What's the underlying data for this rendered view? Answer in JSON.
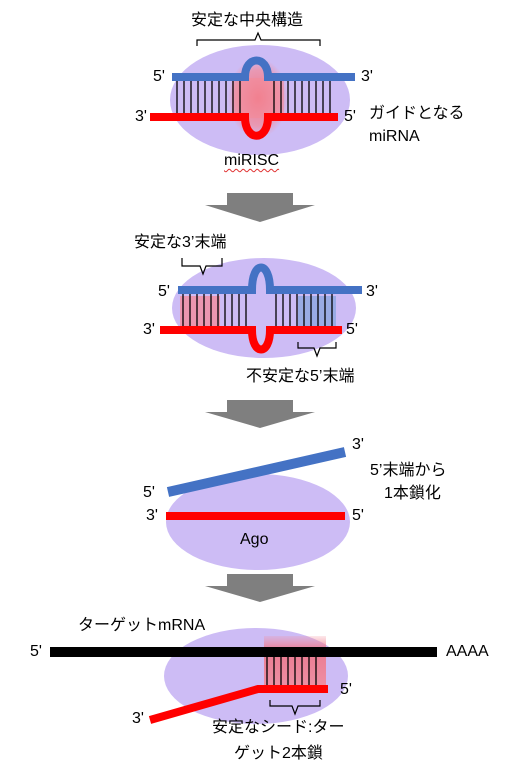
{
  "panel1": {
    "title": "安定な中央構造",
    "guide_label_line1": "ガイドとなる",
    "guide_label_line2": "miRNA",
    "complex_label": "miRISC",
    "top_left_end": "5'",
    "top_right_end": "3'",
    "bottom_left_end": "3'",
    "bottom_right_end": "5'"
  },
  "panel2": {
    "stable_end_label": "安定な3’末端",
    "unstable_end_label": "不安定な5’末端",
    "top_left_end": "5'",
    "top_right_end": "3'",
    "bottom_left_end": "3'",
    "bottom_right_end": "5'"
  },
  "panel3": {
    "unwinding_label_line1": "5’末端から",
    "unwinding_label_line2": "1本鎖化",
    "protein_label": "Ago",
    "blue_left_end": "5'",
    "blue_right_end": "3'",
    "red_left_end": "3'",
    "red_right_end": "5'"
  },
  "panel4": {
    "target_label": "ターゲットmRNA",
    "target_left_end": "5'",
    "poly_a": "AAAA",
    "guide_left_end": "3'",
    "guide_right_end": "5'",
    "seed_label_line1": "安定なシード:ター",
    "seed_label_line2": "ゲット2本鎖"
  },
  "colors": {
    "guide_strand": "#ff0000",
    "passenger_strand": "#4472c4",
    "target_strand": "#000000",
    "protein": "#cdbcf5",
    "stable_highlight": "#f48a98",
    "unstable_highlight": "#8fa8e0",
    "arrow": "#7f7f7f"
  }
}
